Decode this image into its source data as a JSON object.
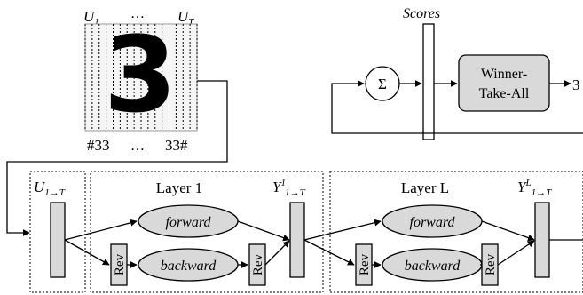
{
  "input": {
    "label_first": "U",
    "label_first_sub": "1",
    "label_ellipsis": "…",
    "label_last": "U",
    "label_last_sub": "T",
    "bottom_left": "#33",
    "bottom_ellipsis": "…",
    "bottom_right": "33#",
    "digit": "3"
  },
  "decision": {
    "scores_label": "Scores",
    "sum_symbol": "Σ",
    "wta_line1": "Winner-",
    "wta_line2": "Take-All",
    "output": "3"
  },
  "input_sequence": {
    "label": "U",
    "label_sub": "1→T"
  },
  "layer1": {
    "title": "Layer 1",
    "forward": "forward",
    "backward": "backward",
    "rev_in": "Rev",
    "rev_out": "Rev",
    "out_label": "Y",
    "out_sup": "1",
    "out_sub": "1→T"
  },
  "layerL": {
    "title": "Layer L",
    "forward": "forward",
    "backward": "backward",
    "rev_in": "Rev",
    "rev_out": "Rev",
    "out_label": "Y",
    "out_sup": "L",
    "out_sub": "1→T"
  },
  "colors": {
    "box_fill": "#d9d9d9",
    "stroke": "#000000",
    "digit_ink": "#1a1a1a"
  }
}
